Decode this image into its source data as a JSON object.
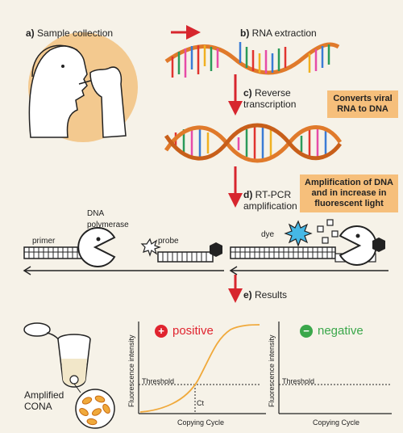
{
  "steps": {
    "a": {
      "letter": "a)",
      "text": "Sample collection"
    },
    "b": {
      "letter": "b)",
      "text": "RNA extraction"
    },
    "c": {
      "letter": "c)",
      "line1": "Reverse",
      "line2": "transcription"
    },
    "d": {
      "letter": "d)",
      "line1": "RT-PCR",
      "line2": "amplification"
    },
    "e": {
      "letter": "e)",
      "text": "Results"
    }
  },
  "notes": {
    "converts": {
      "line1": "Converts viral",
      "line2": "RNA to DNA"
    },
    "amplification": {
      "line1": "Amplification of DNA",
      "line2": "and in increase in",
      "line3": "fluorescent light"
    }
  },
  "labels": {
    "primer": "primer",
    "dna_polymerase_1": "DNA",
    "dna_polymerase_2": "polymerase",
    "probe": "probe",
    "dye": "dye",
    "amplified_1": "Amplified",
    "amplified_2": "CONA"
  },
  "results": {
    "positive": {
      "symbol": "+",
      "label": "positive",
      "color": "#e0242f"
    },
    "negative": {
      "symbol": "−",
      "label": "negative",
      "color": "#3aa74a"
    },
    "y_axis_label": "Fluorescence intensity",
    "x_axis_label": "Copying Cycle",
    "threshold_label": "Threshold",
    "ct_label": "Ct"
  },
  "colors": {
    "arrow_red": "#d7262e",
    "helix_orange": "#e07a2b",
    "note_bg": "#f6bf7b",
    "skin": "#f3c98f",
    "curve": "#f0a93b"
  },
  "icons": [
    "person-swab-icon",
    "rna-strand-icon",
    "dna-helix-icon",
    "polymerase-pacman-icon",
    "probe-icon",
    "dye-star-icon",
    "test-tube-icon",
    "virus-particles-icon"
  ]
}
